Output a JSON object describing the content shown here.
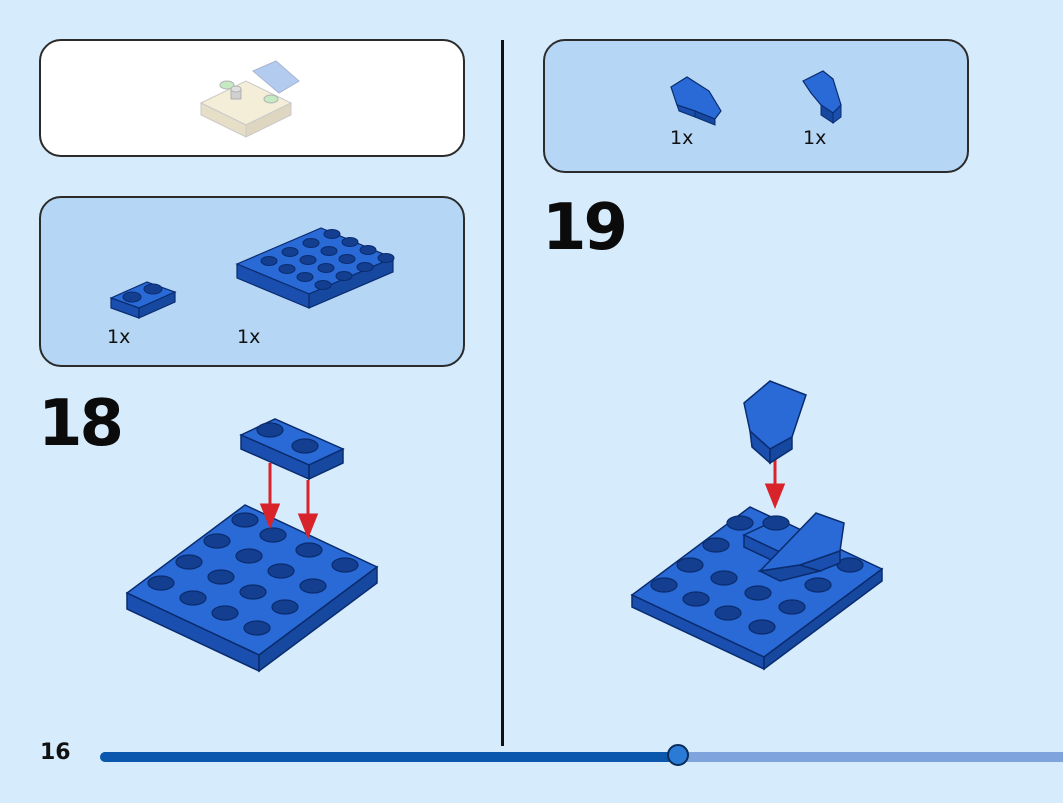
{
  "page": {
    "number": "16",
    "progress_fraction": 0.6
  },
  "step18": {
    "number": "18",
    "parts": [
      {
        "qty": "1x"
      },
      {
        "qty": "1x"
      }
    ]
  },
  "step19": {
    "number": "19",
    "parts": [
      {
        "qty": "1x"
      },
      {
        "qty": "1x"
      }
    ]
  },
  "colors": {
    "brick_blue": "#1e5bc6",
    "brick_dark": "#0a2c6e",
    "arrow_red": "#d8232a",
    "background": "#d6ebfb",
    "parts_panel": "#b6d6f5"
  }
}
